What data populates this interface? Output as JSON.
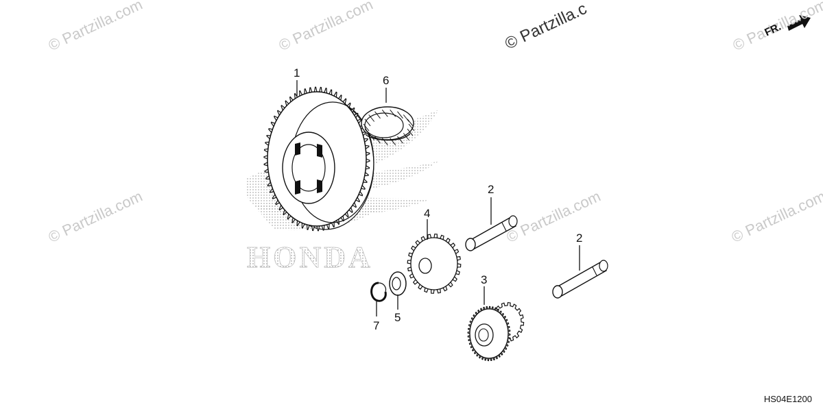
{
  "watermarks": [
    "© Partzilla.com",
    "© Partzilla.c"
  ],
  "brand_watermark": "HONDA",
  "front_label": "FR.",
  "diagram_code": "HS04E1200",
  "parts": [
    {
      "callout": "1",
      "name": "gear"
    },
    {
      "callout": "6",
      "name": "needle-bearing"
    },
    {
      "callout": "2",
      "name": "shaft"
    },
    {
      "callout": "4",
      "name": "gear"
    },
    {
      "callout": "3",
      "name": "gear"
    },
    {
      "callout": "2",
      "name": "shaft"
    },
    {
      "callout": "5",
      "name": "washer"
    },
    {
      "callout": "7",
      "name": "snap-ring"
    }
  ],
  "colors": {
    "line": "#111111",
    "watermark": "#c9c9c9",
    "stipple": "#b5b5b5"
  }
}
